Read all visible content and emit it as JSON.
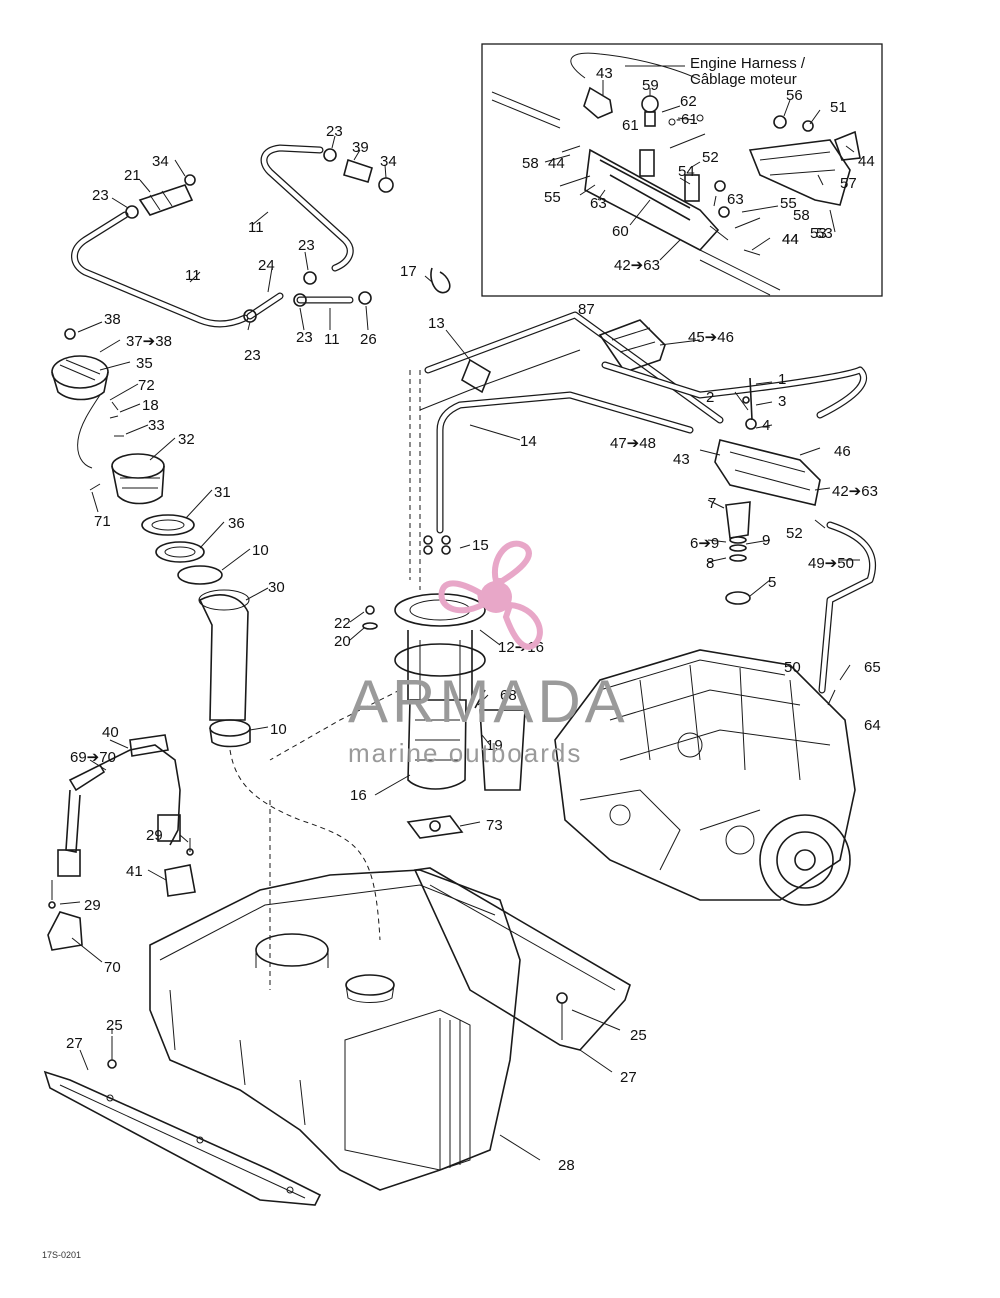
{
  "inset": {
    "harness_label_line1": "Engine Harness /",
    "harness_label_line2": "Câblage moteur"
  },
  "callouts": [
    {
      "text": "43"
    },
    {
      "text": "59"
    },
    {
      "text": "62"
    },
    {
      "text": "61"
    },
    {
      "text": "-61"
    },
    {
      "text": "56"
    },
    {
      "text": "51"
    },
    {
      "text": "44"
    },
    {
      "text": "53"
    },
    {
      "text": "52"
    },
    {
      "text": "54"
    },
    {
      "text": "58"
    },
    {
      "text": "55"
    },
    {
      "text": "63"
    },
    {
      "text": "57"
    },
    {
      "text": "44"
    },
    {
      "text": "63"
    },
    {
      "text": "55"
    },
    {
      "text": "58"
    },
    {
      "text": "60"
    },
    {
      "text": "44"
    },
    {
      "text": "53"
    },
    {
      "text": "42➔63"
    },
    {
      "text": "44"
    },
    {
      "text": "23"
    },
    {
      "text": "39"
    },
    {
      "text": "34"
    },
    {
      "text": "34"
    },
    {
      "text": "21"
    },
    {
      "text": "23"
    },
    {
      "text": "11"
    },
    {
      "text": "23"
    },
    {
      "text": "24"
    },
    {
      "text": "11"
    },
    {
      "text": "17"
    },
    {
      "text": "23"
    },
    {
      "text": "23"
    },
    {
      "text": "11"
    },
    {
      "text": "26"
    },
    {
      "text": "38"
    },
    {
      "text": "37➔38"
    },
    {
      "text": "35"
    },
    {
      "text": "72"
    },
    {
      "text": "18"
    },
    {
      "text": "33"
    },
    {
      "text": "32"
    },
    {
      "text": "31"
    },
    {
      "text": "71"
    },
    {
      "text": "36"
    },
    {
      "text": "10"
    },
    {
      "text": "30"
    },
    {
      "text": "10"
    },
    {
      "text": "13"
    },
    {
      "text": "87"
    },
    {
      "text": "45➔46"
    },
    {
      "text": "1"
    },
    {
      "text": "2"
    },
    {
      "text": "3"
    },
    {
      "text": "4"
    },
    {
      "text": "46"
    },
    {
      "text": "14"
    },
    {
      "text": "47➔48"
    },
    {
      "text": "43"
    },
    {
      "text": "42➔63"
    },
    {
      "text": "7"
    },
    {
      "text": "6➔9"
    },
    {
      "text": "9"
    },
    {
      "text": "8"
    },
    {
      "text": "52"
    },
    {
      "text": "49➔50"
    },
    {
      "text": "5"
    },
    {
      "text": "15"
    },
    {
      "text": "22"
    },
    {
      "text": "20"
    },
    {
      "text": "12➔16"
    },
    {
      "text": "68"
    },
    {
      "text": "19"
    },
    {
      "text": "16"
    },
    {
      "text": "50"
    },
    {
      "text": "65"
    },
    {
      "text": "64"
    },
    {
      "text": "73"
    },
    {
      "text": "40"
    },
    {
      "text": "69➔70"
    },
    {
      "text": "29"
    },
    {
      "text": "41"
    },
    {
      "text": "29"
    },
    {
      "text": "70"
    },
    {
      "text": "25"
    },
    {
      "text": "27"
    },
    {
      "text": "25"
    },
    {
      "text": "27"
    },
    {
      "text": "28"
    }
  ],
  "watermark": {
    "brand": "ARMADA",
    "tagline": "marine outboards"
  },
  "figure_code": "17S-0201",
  "colors": {
    "watermark_logo": "#e8a7c8",
    "watermark_text": "#9a9a9a",
    "line": "#1a1a1a"
  }
}
